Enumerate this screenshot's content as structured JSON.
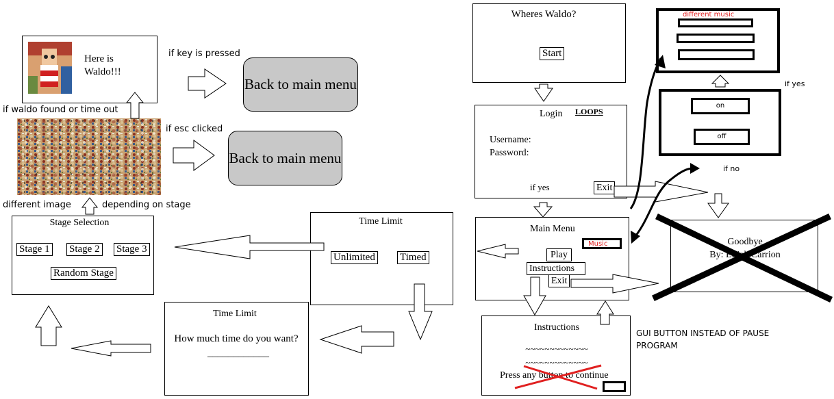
{
  "left": {
    "here_box": {
      "line1": "Here is",
      "line2": "Waldo!!!"
    },
    "if_key_pressed": "if key is pressed",
    "back_main_1": "Back to main menu",
    "if_waldo_found": "if waldo found or time out",
    "if_esc_clicked": "if esc clicked",
    "back_main_2": "Back to main menu",
    "different_image": "different image",
    "depending_on_stage": "depending on stage",
    "stage_selection": {
      "title": "Stage Selection",
      "stage1": "Stage 1",
      "stage2": "Stage 2",
      "stage3": "Stage 3",
      "random": "Random Stage"
    },
    "time_limit_options": {
      "title": "Time Limit",
      "unlimited": "Unlimited",
      "timed": "Timed"
    },
    "time_limit_input": {
      "title": "Time Limit",
      "question": "How much time do you want?",
      "blank": "____________"
    }
  },
  "right": {
    "title_screen": {
      "title": "Wheres Waldo?",
      "start": "Start"
    },
    "login": {
      "title": "Login",
      "loops": "LOOPS",
      "username": "Username:",
      "password": "Password:",
      "if_yes": "if yes",
      "exit": "Exit"
    },
    "music_settings": {
      "label": "different music"
    },
    "on_off": {
      "on": "on",
      "off": "off"
    },
    "if_yes_label": "if yes",
    "if_no_label": "if no",
    "main_menu": {
      "title": "Main Menu",
      "music": "Music",
      "play": "Play",
      "instructions": "Instructions",
      "exit": "Exit"
    },
    "goodbye": {
      "title": "Goodbye",
      "byline": "By: Elijah Carrion"
    },
    "instructions": {
      "title": "Instructions",
      "tilde1": "~~~~~~~~~~~~~",
      "tilde2": "~~~~~~~~~~~~~",
      "continue": "Press any button to continue"
    },
    "gui_note": {
      "line1": "GUI BUTTON INSTEAD OF PAUSE",
      "line2": "PROGRAM"
    }
  },
  "colors": {
    "red": "#e02020",
    "gray_button": "#c8c8c8"
  }
}
